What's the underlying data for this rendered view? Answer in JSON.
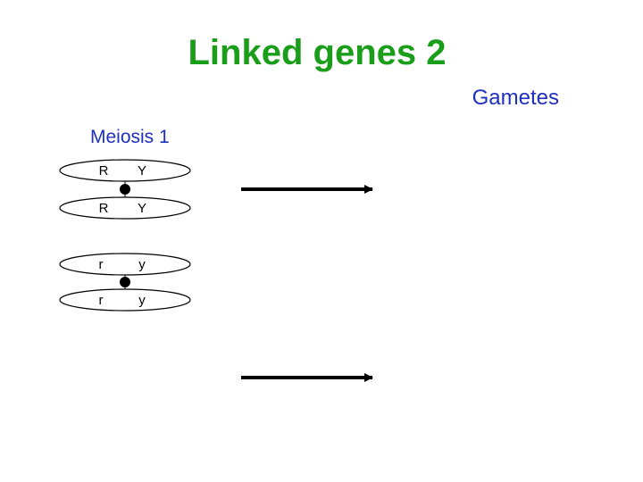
{
  "colors": {
    "title": "#1a9e1a",
    "label": "#1f2fbf",
    "chromosome_stroke": "#000000",
    "centromere": "#000000",
    "arrow": "#000000"
  },
  "title": "Linked genes 2",
  "gametes_label": "Gametes",
  "stage_label": "Meiosis 1",
  "chromosomes": [
    {
      "allele_left": "R",
      "allele_right": "Y"
    },
    {
      "allele_left": "R",
      "allele_right": "Y"
    },
    {
      "allele_left": "r",
      "allele_right": "y"
    },
    {
      "allele_left": "r",
      "allele_right": "y"
    }
  ]
}
